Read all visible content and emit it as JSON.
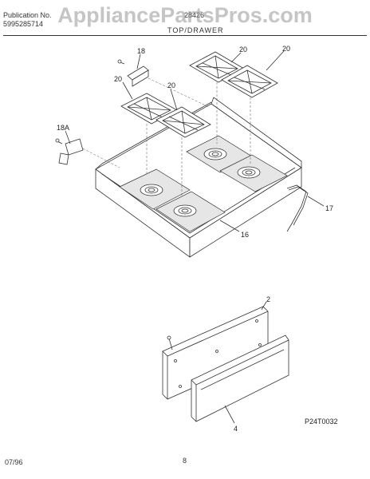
{
  "header": {
    "publication_label": "Publication No.",
    "publication_number": "5995285714",
    "model": "28426",
    "section_title": "TOP/DRAWER"
  },
  "watermark": "AppliancePartsPros.com",
  "callouts": {
    "c18": "18",
    "c18a": "18A",
    "c20a": "20",
    "c20b": "20",
    "c20c": "20",
    "c20d": "20",
    "c17": "17",
    "c16": "16",
    "c2": "2",
    "c4": "4"
  },
  "figure_code": "P24T0032",
  "footer": {
    "date": "07/96",
    "page": "8"
  }
}
